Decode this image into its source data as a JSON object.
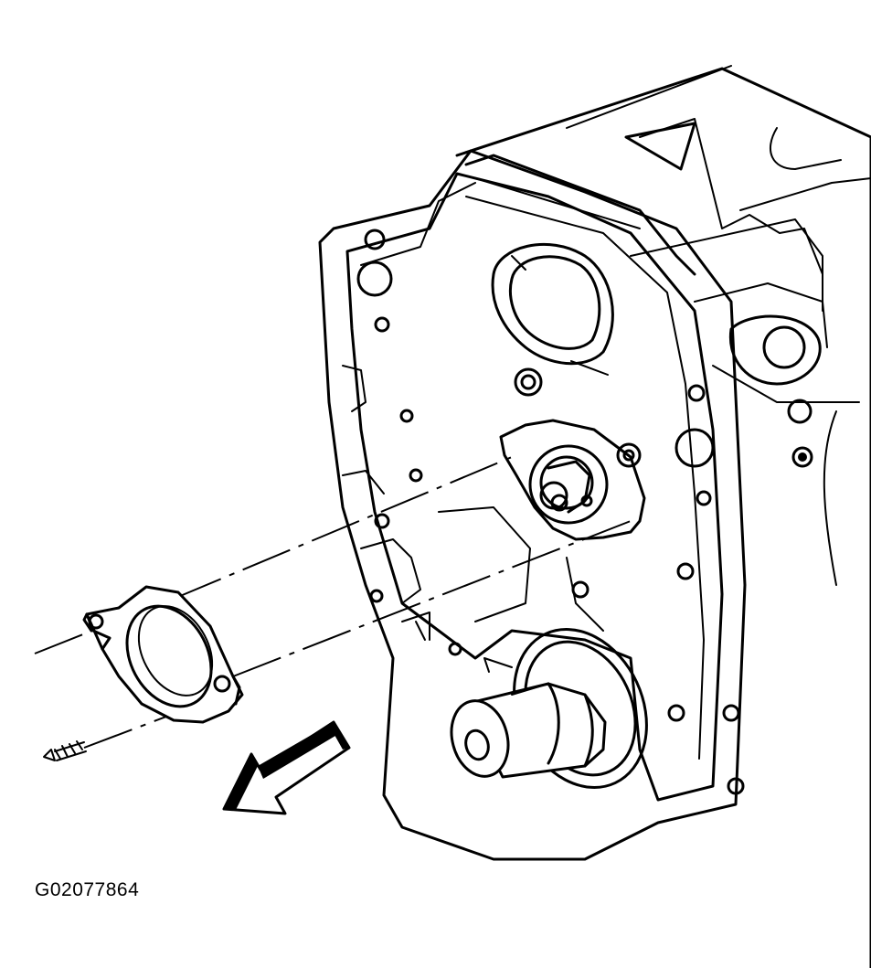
{
  "figure": {
    "id_label": "G02077864"
  },
  "parts": {
    "engine_block": "engine-block",
    "camshaft_thrust_plate": "thrust-plate",
    "bolt": "bolt-icon",
    "crankshaft_snout": "crankshaft",
    "direction_arrow": "arrow-icon"
  },
  "colors": {
    "ink": "#000000",
    "background": "#ffffff"
  }
}
